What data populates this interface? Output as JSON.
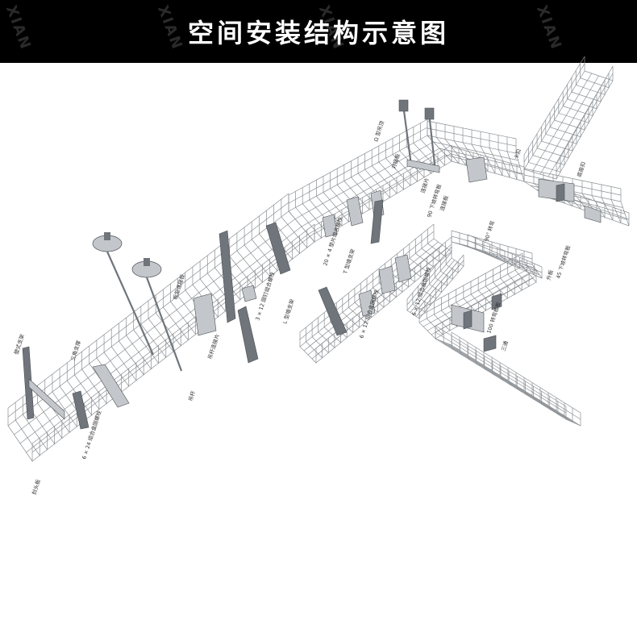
{
  "header": {
    "title": "空间安装结构示意图",
    "watermark_text": "XIAN"
  },
  "colors": {
    "banner_bg": "#000000",
    "banner_text": "#ffffff",
    "wire": "#8a8f94",
    "metal_dark": "#6f757b",
    "metal_light": "#c3c7cb",
    "label_text": "#333333"
  },
  "labels": {
    "bracket_wall": "壁式支架",
    "triangle_bracket": "三角支撑",
    "end_cap": "封头板",
    "bolt_6x24": "6 × 24 组合盒固螺栓",
    "hanger_rod": "吊杆",
    "plate_connector": "板型连接板",
    "hangpiece_connector": "吊杆连接片",
    "screw_3x12": "3 × 12 固钉组合螺栓",
    "bolt_20x4": "20 × 4 垫片组合螺栓",
    "l_support": "L 型墙支架",
    "t_support": "T 型墙支架",
    "bolt_6x12a": "6 × 12 组合盒固螺栓",
    "bolt_6x12b": "6 × 12 组合盒固螺栓",
    "omega_hanger": "Ω 型吊顶",
    "connector_plate": "对接板",
    "link_bolt": "连接片",
    "down_90": "90 下坡转弯板",
    "tee_connector": "连接板",
    "clip": "卡扣",
    "base_connector": "底座扣",
    "elbow_90": "90° 转弯",
    "down_45": "45 下坡转弯板",
    "riser_plate": "升板",
    "flat_100": "100 转弯板板",
    "tee_piece": "三通"
  }
}
